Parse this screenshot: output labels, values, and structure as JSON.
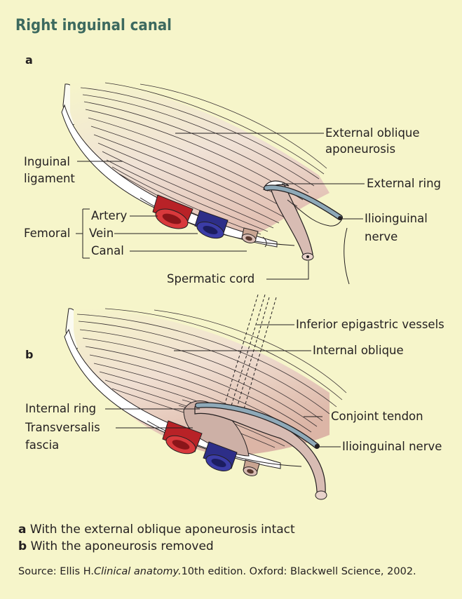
{
  "title": "Right inguinal canal",
  "panel_a": {
    "label": "a",
    "labels": {
      "external_oblique_1": "External oblique",
      "external_oblique_2": "aponeurosis",
      "inguinal_1": "Inguinal",
      "inguinal_2": "ligament",
      "external_ring": "External ring",
      "ilioinguinal_1": "Ilioinguinal",
      "ilioinguinal_2": "nerve",
      "femoral": "Femoral",
      "artery": "Artery",
      "vein": "Vein",
      "canal": "Canal",
      "spermatic_cord": "Spermatic cord"
    }
  },
  "panel_b": {
    "label": "b",
    "labels": {
      "inferior_epigastric": "Inferior epigastric vessels",
      "internal_oblique": "Internal oblique",
      "internal_ring": "Internal ring",
      "conjoint_tendon": "Conjoint tendon",
      "transversalis_1": "Transversalis",
      "transversalis_2": "fascia",
      "ilioinguinal": "Ilioinguinal nerve"
    }
  },
  "captions": {
    "a_key": "a",
    "a_text": " With the external oblique aponeurosis intact",
    "b_key": "b",
    "b_text": " With the aponeurosis removed"
  },
  "source": {
    "prefix": "Source: Ellis H.",
    "book": "Clinical anatomy.",
    "suffix": "10th edition. Oxford: Blackwell Science, 2002."
  },
  "colors": {
    "background": "#f6f5ca",
    "title": "#3d6a5f",
    "artery": "#b82227",
    "vein": "#2d2e88",
    "cord": "#d8bcb3",
    "nerve": "#8ea9b8",
    "muscle": "#ecd9d0"
  }
}
